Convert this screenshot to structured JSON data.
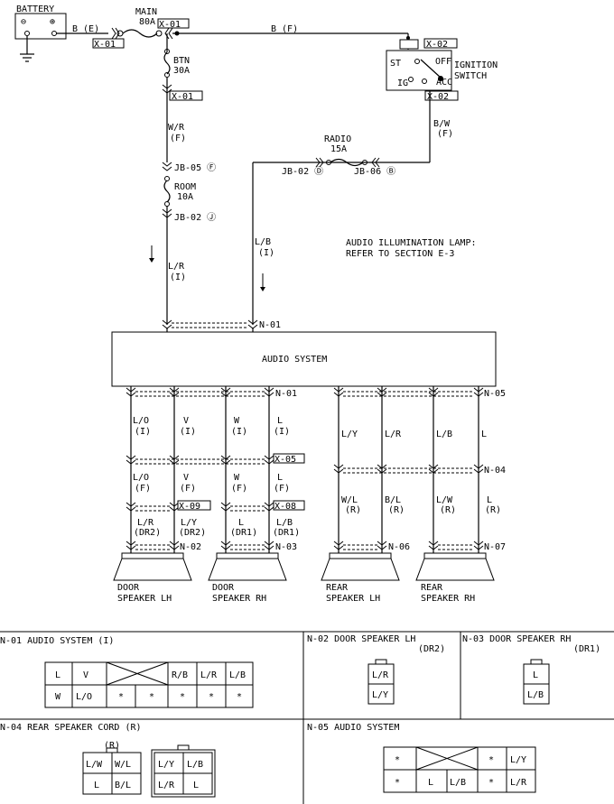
{
  "battery": {
    "label": "BATTERY",
    "minus": "⊖",
    "plus": "⊕"
  },
  "fuses": {
    "main": {
      "name": "MAIN",
      "rating": "80A"
    },
    "btn": {
      "name": "BTN",
      "rating": "30A"
    },
    "room": {
      "name": "ROOM",
      "rating": "10A"
    },
    "radio": {
      "name": "RADIO",
      "rating": "15A"
    }
  },
  "wires": {
    "b_e": "B (E)",
    "b_f": "B (F)",
    "w_r_1": "W/R",
    "w_r_2": "(F)",
    "b_w_1": "B/W",
    "b_w_2": "(F)",
    "l_b_1": "L/B",
    "l_b_2": "(I)",
    "l_r_1": "L/R",
    "l_r_2": "(I)"
  },
  "connectors": {
    "x01": "X-01",
    "x02": "X-02",
    "x05": "X-05",
    "x08": "X-08",
    "x09": "X-09",
    "n01": "N-01",
    "n02": "N-02",
    "n03": "N-03",
    "n04": "N-04",
    "n05": "N-05",
    "n06": "N-06",
    "n07": "N-07"
  },
  "junctions": {
    "jb05": "JB-05 Ⓕ",
    "jb02_room": "JB-02 Ⓙ",
    "jb02_radio": "JB-02 Ⓓ",
    "jb06": "JB-06 Ⓑ"
  },
  "ignition": {
    "title1": "IGNITION",
    "title2": "SWITCH",
    "st": "ST",
    "ig": "IG",
    "off": "OFF",
    "acc": "ACC"
  },
  "note": {
    "line1": "AUDIO ILLUMINATION LAMP:",
    "line2": "REFER TO SECTION E-3"
  },
  "audio_system": "AUDIO SYSTEM",
  "speaker_wires": {
    "c1": [
      "L/O",
      "(I)",
      "L/O",
      "(F)",
      "L/R",
      "(DR2)"
    ],
    "c2": [
      "V",
      "(I)",
      "V",
      "(F)",
      "L/Y",
      "(DR2)"
    ],
    "c3": [
      "W",
      "(I)",
      "W",
      "(F)",
      "L",
      "(DR1)"
    ],
    "c4": [
      "L",
      "(I)",
      "L",
      "(F)",
      "L/B",
      "(DR1)"
    ],
    "c5": [
      "L/Y",
      "W/L",
      "(R)"
    ],
    "c6": [
      "L/R",
      "B/L",
      "(R)"
    ],
    "c7": [
      "L/B",
      "L/W",
      "(R)"
    ],
    "c8": [
      "L",
      "L",
      "(R)"
    ]
  },
  "speakers": {
    "door_lh": [
      "DOOR",
      "SPEAKER LH"
    ],
    "door_rh": [
      "DOOR",
      "SPEAKER RH"
    ],
    "rear_lh": [
      "REAR",
      "SPEAKER LH"
    ],
    "rear_rh": [
      "REAR",
      "SPEAKER RH"
    ]
  },
  "panels": {
    "n01": {
      "title": "N-01 AUDIO SYSTEM (I)",
      "top": [
        "L",
        "V",
        "R/B",
        "L/R",
        "L/B"
      ],
      "bottom": [
        "W",
        "L/O",
        "*",
        "*",
        "*",
        "*",
        "*"
      ]
    },
    "n02": {
      "title": "N-02 DOOR SPEAKER LH",
      "sub": "(DR2)",
      "pins": [
        "L/R",
        "L/Y"
      ]
    },
    "n03": {
      "title": "N-03 DOOR SPEAKER RH",
      "sub": "(DR1)",
      "pins": [
        "L",
        "L/B"
      ]
    },
    "n04": {
      "title": "N-04 REAR SPEAKER CORD (R)",
      "tag": "(R)",
      "left": [
        "L/W",
        "W/L",
        "L",
        "B/L"
      ],
      "right": [
        "L/Y",
        "L/B",
        "L/R",
        "L"
      ]
    },
    "n05": {
      "title": "N-05 AUDIO SYSTEM",
      "top": [
        "*",
        "*",
        "L/Y"
      ],
      "bottom": [
        "*",
        "L",
        "L/B",
        "*",
        "L/R"
      ]
    }
  }
}
